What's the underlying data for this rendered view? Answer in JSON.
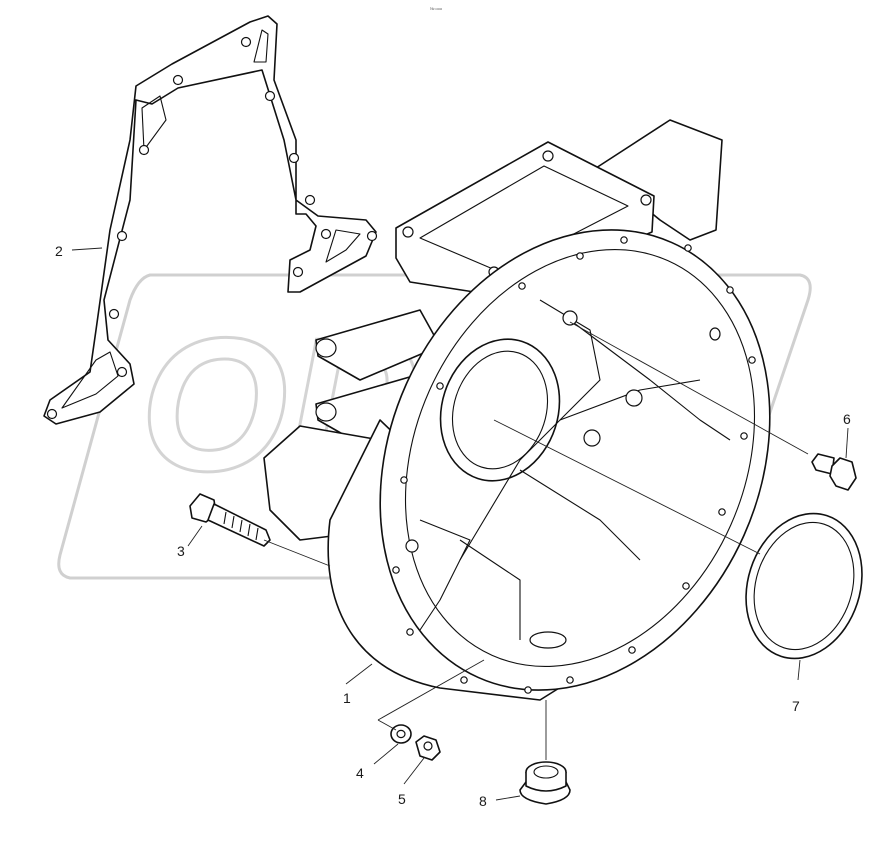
{
  "header_mark": "№ ooo",
  "watermark_text": "OPEX",
  "callouts": [
    {
      "id": "1",
      "label": "1"
    },
    {
      "id": "2",
      "label": "2"
    },
    {
      "id": "3",
      "label": "3"
    },
    {
      "id": "4",
      "label": "4"
    },
    {
      "id": "5",
      "label": "5"
    },
    {
      "id": "6",
      "label": "6"
    },
    {
      "id": "7",
      "label": "7"
    },
    {
      "id": "8",
      "label": "8"
    }
  ]
}
